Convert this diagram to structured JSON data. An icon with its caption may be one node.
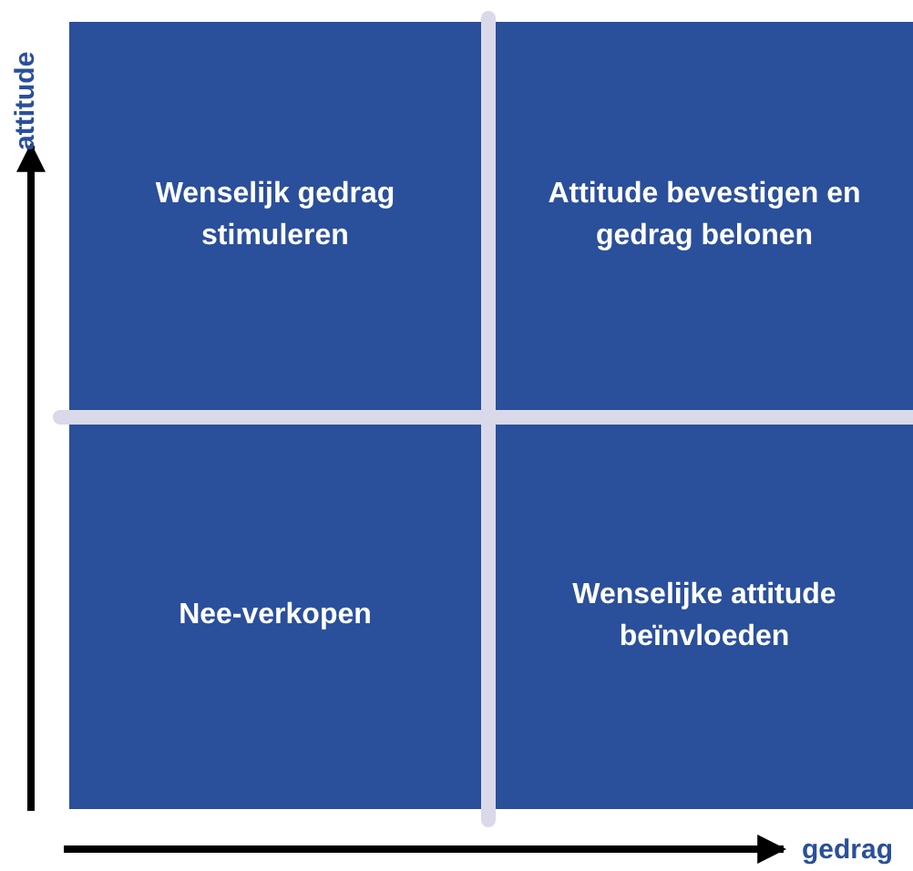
{
  "diagram": {
    "nodes": [
      {
        "text": [
          "Wenselijk gedrag stimuleren"
        ]
      },
      {
        "text": [
          "Attitude bevestigen en gedrag belonen"
        ]
      },
      {
        "text": [
          "Nee-verkopen"
        ]
      },
      {
        "text": [
          "Wenselijke attitude beïnvloeden"
        ]
      }
    ],
    "labels": [
      "attitude",
      "gedrag"
    ]
  }
}
